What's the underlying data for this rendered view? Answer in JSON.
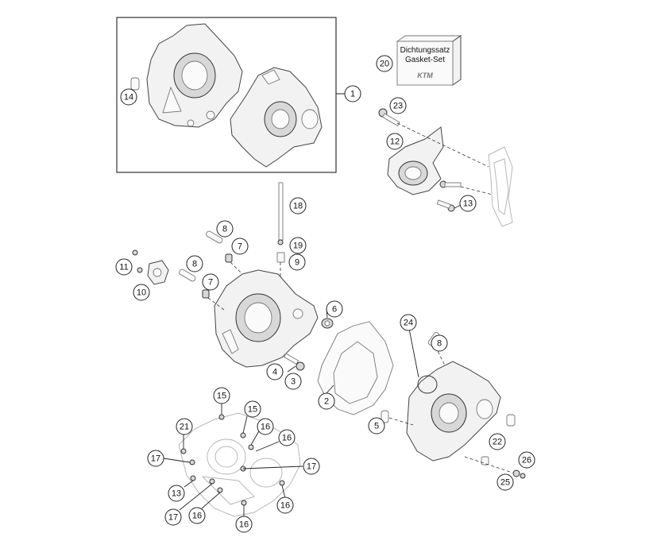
{
  "gasket_set": {
    "label_de": "Dichtungssatz",
    "label_en": "Gasket-Set",
    "brand": "KTM"
  },
  "callouts": [
    {
      "id": "c1",
      "label": "1"
    },
    {
      "id": "c2",
      "label": "2"
    },
    {
      "id": "c3",
      "label": "3"
    },
    {
      "id": "c4",
      "label": "4"
    },
    {
      "id": "c5",
      "label": "5"
    },
    {
      "id": "c6",
      "label": "6"
    },
    {
      "id": "c7a",
      "label": "7"
    },
    {
      "id": "c7b",
      "label": "7"
    },
    {
      "id": "c8a",
      "label": "8"
    },
    {
      "id": "c8b",
      "label": "8"
    },
    {
      "id": "c8c",
      "label": "8"
    },
    {
      "id": "c9",
      "label": "9"
    },
    {
      "id": "c10",
      "label": "10"
    },
    {
      "id": "c11",
      "label": "11"
    },
    {
      "id": "c12",
      "label": "12"
    },
    {
      "id": "c13a",
      "label": "13"
    },
    {
      "id": "c13b",
      "label": "13"
    },
    {
      "id": "c14",
      "label": "14"
    },
    {
      "id": "c15a",
      "label": "15"
    },
    {
      "id": "c15b",
      "label": "15"
    },
    {
      "id": "c16a",
      "label": "16"
    },
    {
      "id": "c16b",
      "label": "16"
    },
    {
      "id": "c16c",
      "label": "16"
    },
    {
      "id": "c16d",
      "label": "16"
    },
    {
      "id": "c16e",
      "label": "16"
    },
    {
      "id": "c17a",
      "label": "17"
    },
    {
      "id": "c17b",
      "label": "17"
    },
    {
      "id": "c17c",
      "label": "17"
    },
    {
      "id": "c18",
      "label": "18"
    },
    {
      "id": "c19",
      "label": "19"
    },
    {
      "id": "c20",
      "label": "20"
    },
    {
      "id": "c21",
      "label": "21"
    },
    {
      "id": "c22",
      "label": "22"
    },
    {
      "id": "c23",
      "label": "23"
    },
    {
      "id": "c24",
      "label": "24"
    },
    {
      "id": "c25",
      "label": "25"
    },
    {
      "id": "c26",
      "label": "26"
    }
  ]
}
